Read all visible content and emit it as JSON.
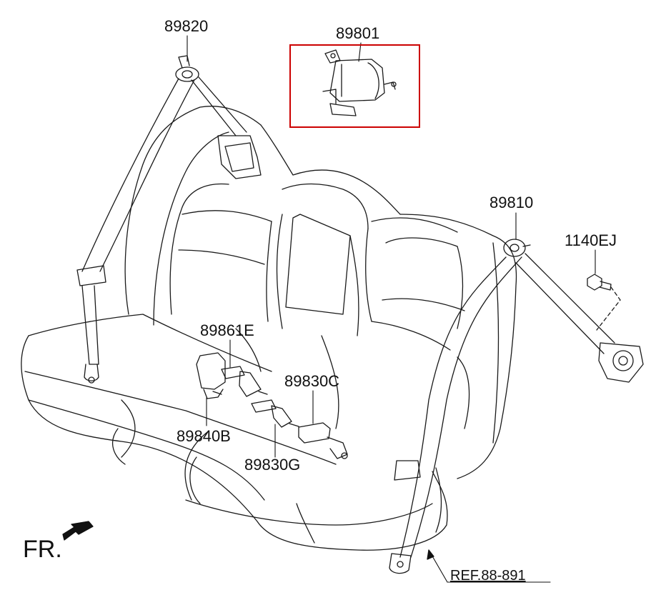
{
  "diagram": {
    "parts": [
      {
        "id": "p89820",
        "label": "89820"
      },
      {
        "id": "p89801",
        "label": "89801"
      },
      {
        "id": "p89810",
        "label": "89810"
      },
      {
        "id": "p1140EJ",
        "label": "1140EJ"
      },
      {
        "id": "p89861E",
        "label": "89861E"
      },
      {
        "id": "p89830C",
        "label": "89830C"
      },
      {
        "id": "p89840B",
        "label": "89840B"
      },
      {
        "id": "p89830G",
        "label": "89830G"
      }
    ],
    "reference": "REF.88-891",
    "direction_label": "FR.",
    "highlight_color": "#cc0000"
  }
}
